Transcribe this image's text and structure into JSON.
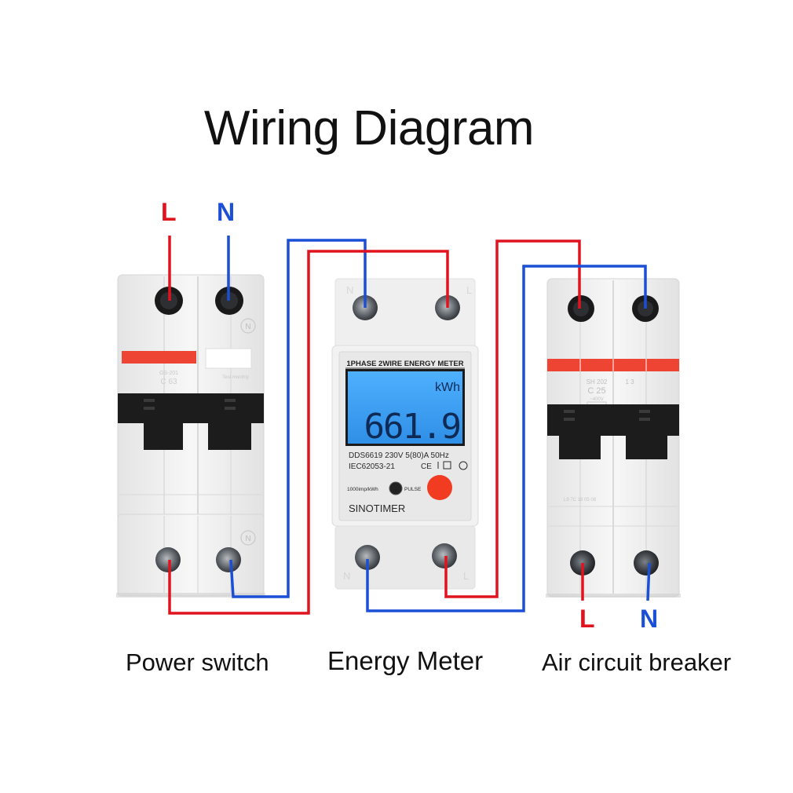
{
  "title": "Wiring Diagram",
  "colors": {
    "live": "#e0141e",
    "neutral": "#1a4fd6",
    "lcd": "#3aa0f0",
    "pulse_button": "#f23c22",
    "breaker_stripe": "#ee4433",
    "toggle": "#1c1c1c",
    "housing": "#ededed"
  },
  "input_terminals": {
    "live": "L",
    "neutral": "N"
  },
  "output_terminals": {
    "live": "L",
    "neutral": "N"
  },
  "devices": {
    "power_switch": {
      "caption": "Power switch",
      "model": "GS-201",
      "rating": "C 63",
      "test_label": "Test monthly",
      "neutral_mark": "N"
    },
    "energy_meter": {
      "caption": "Energy Meter",
      "header": "1PHASE 2WIRE ENERGY METER",
      "unit": "kWh",
      "reading": "661.9",
      "model": "DDS6619",
      "voltage": "230V",
      "current": "5(80)A",
      "frequency": "50Hz",
      "standard": "IEC62053-21",
      "marks": "CE",
      "impulse": "1000imp/kWh",
      "pulse_label": "PULSE",
      "brand": "SINOTIMER",
      "top_left_terminal": "N",
      "top_right_terminal": "L",
      "bottom_left_terminal": "N",
      "bottom_right_terminal": "L"
    },
    "air_circuit_breaker": {
      "caption": "Air circuit breaker",
      "model": "SH 202",
      "rating": "C 25",
      "voltage": "~400V",
      "breaking": "6000",
      "pole_labels": "1  3",
      "serial": "L9 7C 18 05 08"
    }
  }
}
